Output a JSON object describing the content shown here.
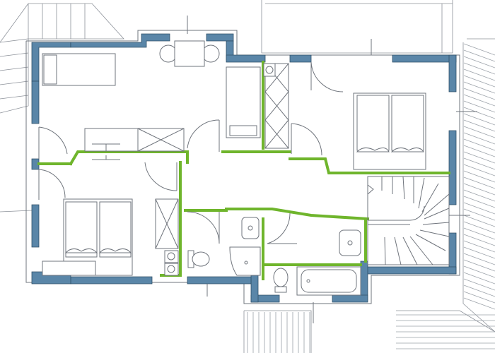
{
  "colors": {
    "exterior_wall": "#5a86a8",
    "interior_partition": "#6fb52c",
    "line": "#6f747c",
    "background": "#ffffff"
  },
  "rooms": [
    {
      "id": "bedroom-nw",
      "furniture": [
        "single-bed",
        "desk",
        "chair",
        "window-seat"
      ]
    },
    {
      "id": "bedroom-ne",
      "furniture": [
        "double-bed",
        "wardrobe",
        "boiler"
      ]
    },
    {
      "id": "bedroom-sw",
      "furniture": [
        "twin-beds",
        "wardrobe",
        "laundry"
      ]
    },
    {
      "id": "hallway",
      "furniture": []
    },
    {
      "id": "shower-room",
      "furniture": [
        "shower",
        "toilet",
        "washbasin"
      ]
    },
    {
      "id": "bathroom",
      "furniture": [
        "bathtub",
        "toilet",
        "washbasin"
      ]
    },
    {
      "id": "staircase",
      "furniture": [
        "spiral-stairs"
      ]
    }
  ],
  "icons": [
    "door-swing-icon",
    "bed-icon",
    "toilet-icon",
    "bathtub-icon",
    "sink-icon",
    "shower-icon",
    "stair-icon",
    "roof-icon"
  ]
}
